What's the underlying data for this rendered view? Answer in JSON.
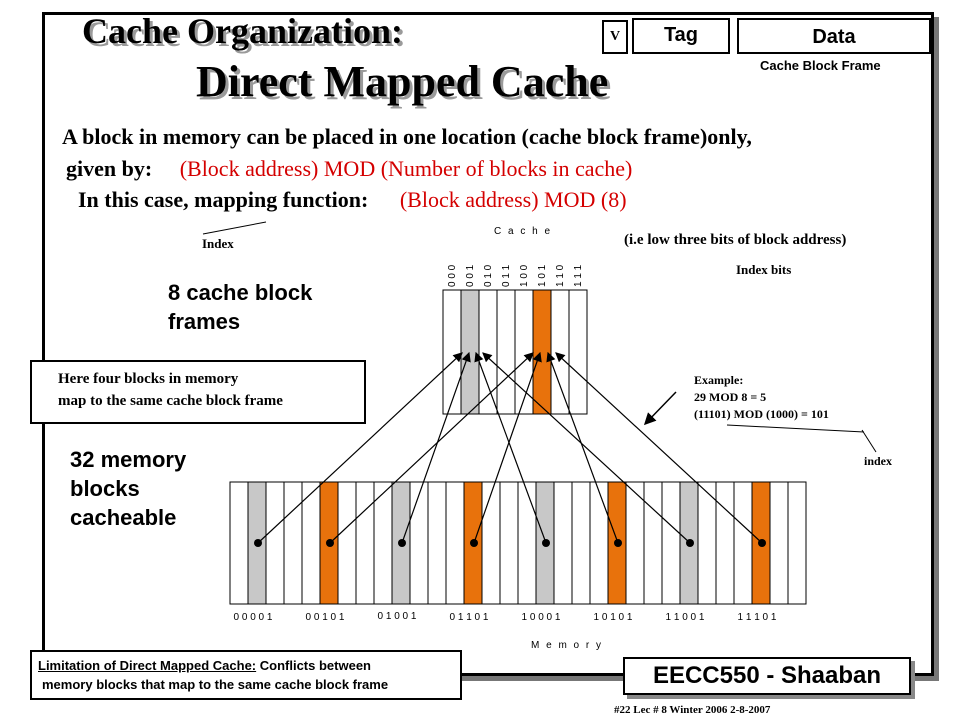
{
  "title_line1": "Cache Organization:",
  "title_line2": "Direct Mapped Cache",
  "header": {
    "v": "V",
    "tag": "Tag",
    "data": "Data",
    "frame_label": "Cache Block Frame"
  },
  "body": {
    "line1": "A block in memory can be placed in one location (cache block frame)only,",
    "line2_prefix": "given by:",
    "line2_formula": "(Block address)  MOD  (Number of blocks in cache)",
    "line3_prefix": "In this case, mapping function:",
    "line3_formula": "(Block address)  MOD  (8)"
  },
  "labels": {
    "index": "Index",
    "cache": "C a c h e",
    "low_bits": "(i.e low three bits of block address)",
    "index_bits": "Index bits",
    "cache_frames": "8 cache block frames",
    "memory_blocks": "32 memory blocks cacheable",
    "memory": "M e m o r y",
    "index_word": "index"
  },
  "four_blocks_note": {
    "line1": "Here four blocks in memory",
    "line2": "map to the same cache block frame"
  },
  "example": {
    "title": "Example:",
    "line1": "29 MOD 8  =  5",
    "line2": "(11101) MOD (1000)  = 101"
  },
  "cache_indices": [
    "0 0 0",
    "0 0 1",
    "0 1 0",
    "0 1 1",
    "1 0 0",
    "1 0 1",
    "1 1 0",
    "1 1 1"
  ],
  "memory_addresses": [
    "0 0 0 0 1",
    "0 0 1 0 1",
    "0 1 0 0 1",
    "0 1 1 0 1",
    "1 0 0 0 1",
    "1 0 1 0 1",
    "1 1 0 0 1",
    "1 1 1 0 1"
  ],
  "limitation": {
    "heading": "Limitation of Direct Mapped Cache:",
    "line1_rest": " Conflicts between",
    "line2": "memory  blocks that map to the same cache block frame"
  },
  "footer": {
    "badge": "EECC550 - Shaaban",
    "note": "#22   Lec # 8   Winter 2006   2-8-2007"
  },
  "colors": {
    "highlight_orange": "#e8720c",
    "highlight_gray": "#c8c8c8",
    "formula_red": "#d40000"
  }
}
